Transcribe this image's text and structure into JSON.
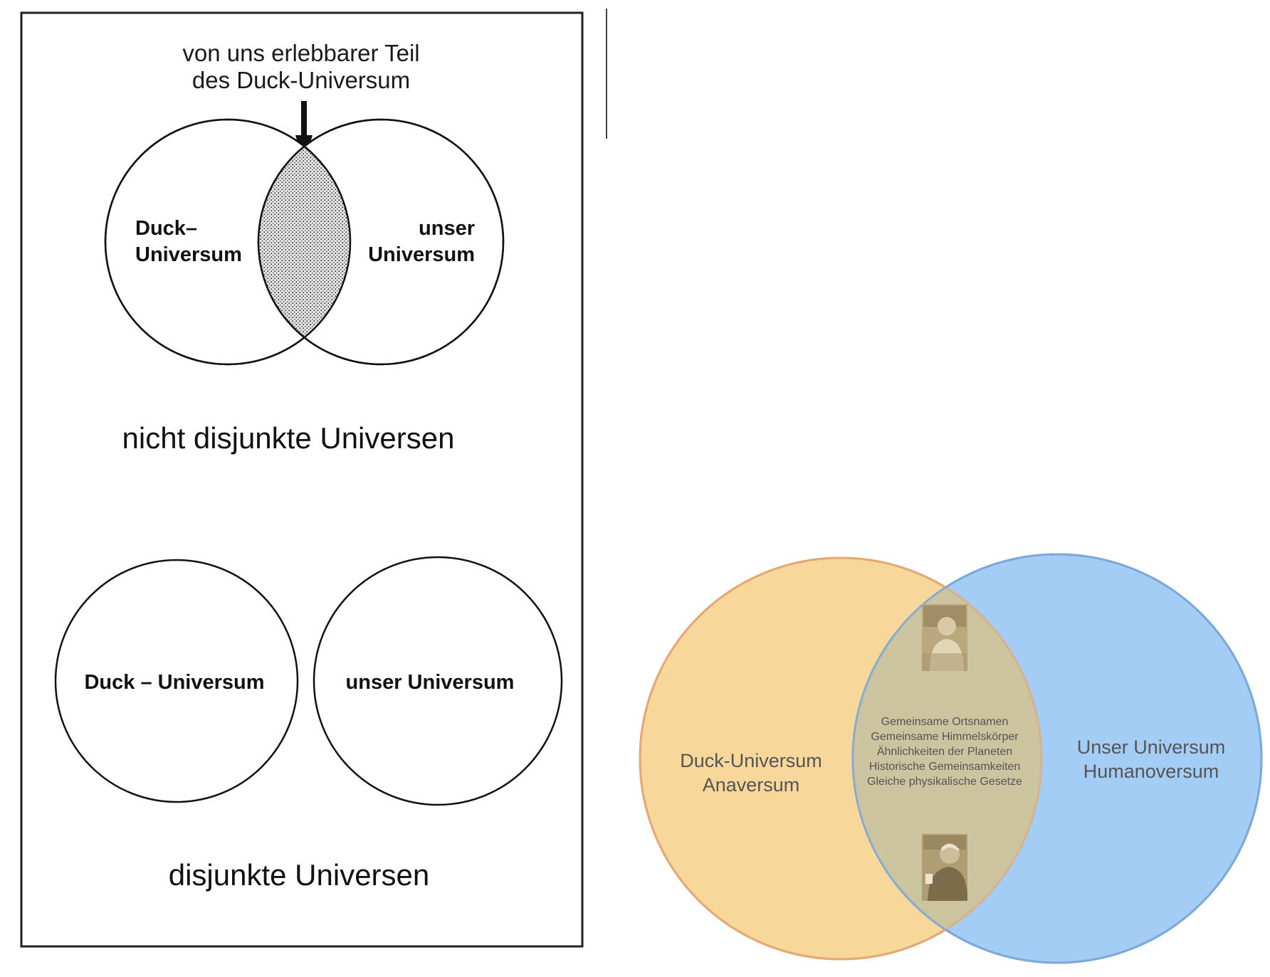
{
  "left_panel": {
    "arrow_caption_line1": "von uns erlebbarer Teil",
    "arrow_caption_line2": "des Duck-Universum",
    "overlap": {
      "left_label_line1": "Duck–",
      "left_label_line2": "Universum",
      "right_label_line1": "unser",
      "right_label_line2": "Universum",
      "caption": "nicht disjunkte Universen"
    },
    "disjoint": {
      "left_label": "Duck – Universum",
      "right_label": "unser Universum",
      "caption": "disjunkte Universen"
    }
  },
  "right_panel": {
    "left_label_line1": "Duck-Universum",
    "left_label_line2": "Anaversum",
    "right_label_line1": "Unser Universum",
    "right_label_line2": "Humanoversum",
    "intersection_items": [
      "Gemeinsame Ortsnamen",
      "Gemeinsame Himmelskörper",
      "Ähnlichkeiten der Planeten",
      "Historische Gemeinsamkeiten",
      "Gleiche physikalische Gesetze"
    ],
    "colors": {
      "left_fill": "#f8d79a",
      "left_stroke": "#e4a876",
      "right_fill": "#a3cdf5",
      "right_stroke": "#7aa8db",
      "overlap_fill": "#ccc49f"
    },
    "photo_icons": [
      "portrait-photo-icon",
      "portrait-photo-icon"
    ]
  }
}
